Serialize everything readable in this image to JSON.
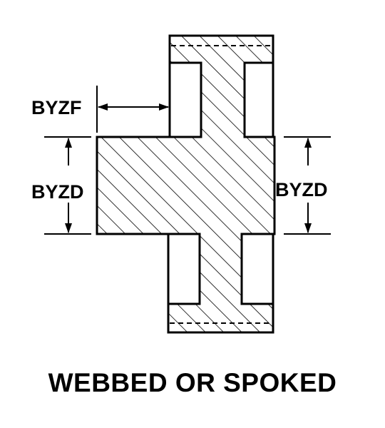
{
  "labels": {
    "face_width": "BYZF",
    "hub_diameter_left": "BYZD",
    "hub_diameter_right": "BYZD"
  },
  "caption": "WEBBED OR SPOKED",
  "colors": {
    "ink": "#000000",
    "background": "#ffffff"
  }
}
